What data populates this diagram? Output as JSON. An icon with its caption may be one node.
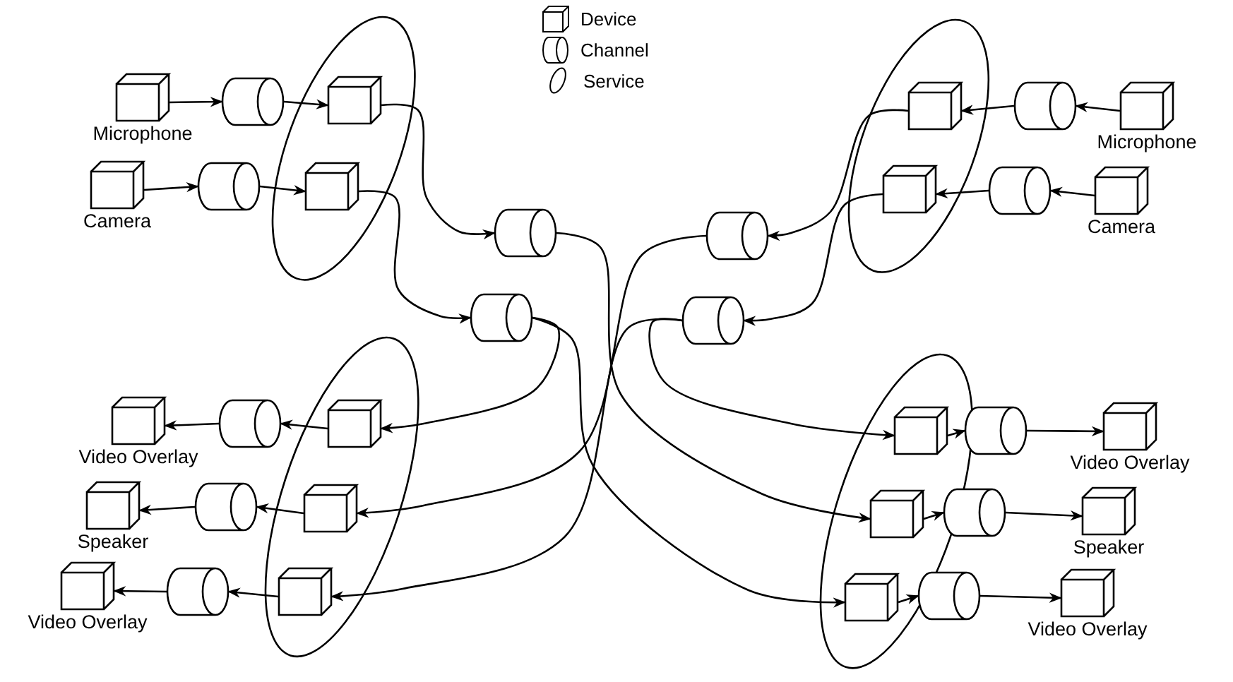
{
  "diagram": {
    "nodes": [
      {
        "text": [],
        "shape": "ellipse"
      },
      {
        "text": [],
        "shape": "box",
        "in": 0
      },
      {
        "text": [],
        "shape": "box",
        "in": 0
      },
      {
        "text": [
          "Microphone"
        ]
      },
      {
        "text": [],
        "shape": "cylinder"
      },
      {
        "text": [
          "Camera"
        ]
      },
      {
        "text": [],
        "shape": "cylinder"
      },
      {
        "text": [],
        "shape": "ellipse"
      },
      {
        "text": [],
        "shape": "box",
        "in": 7
      },
      {
        "text": [],
        "shape": "box",
        "in": 7
      },
      {
        "text": [],
        "shape": "cylinder"
      },
      {
        "text": [
          "Microphone"
        ]
      },
      {
        "text": [],
        "shape": "cylinder"
      },
      {
        "text": [
          "Camera"
        ]
      },
      {
        "text": [],
        "shape": "cylinder"
      },
      {
        "text": [],
        "shape": "cylinder"
      },
      {
        "text": [],
        "shape": "cylinder"
      },
      {
        "text": [],
        "shape": "cylinder"
      },
      {
        "text": [],
        "shape": "ellipse"
      },
      {
        "text": [],
        "shape": "box",
        "in": 18
      },
      {
        "text": [],
        "shape": "box",
        "in": 18
      },
      {
        "text": [],
        "shape": "box",
        "in": 18
      },
      {
        "text": [],
        "shape": "cylinder"
      },
      {
        "text": [],
        "shape": "cylinder"
      },
      {
        "text": [],
        "shape": "cylinder"
      },
      {
        "text": [
          "Video Overlay"
        ]
      },
      {
        "text": [
          "Speaker"
        ]
      },
      {
        "text": [
          "Video Overlay"
        ]
      },
      {
        "text": [],
        "shape": "ellipse"
      },
      {
        "text": [],
        "shape": "box",
        "in": 28
      },
      {
        "text": [],
        "shape": "box",
        "in": 28
      },
      {
        "text": [],
        "shape": "box",
        "in": 28
      },
      {
        "text": [],
        "shape": "cylinder"
      },
      {
        "text": [],
        "shape": "cylinder"
      },
      {
        "text": [],
        "shape": "cylinder"
      },
      {
        "text": [
          "Video Overlay"
        ]
      },
      {
        "text": [
          "Speaker"
        ]
      },
      {
        "text": [
          "Video Overlay"
        ]
      }
    ],
    "edges": [
      {
        "from": 3,
        "to": 4,
        "arrow": "to"
      },
      {
        "from": 4,
        "to": 1,
        "arrow": "to"
      },
      {
        "from": 5,
        "to": 6,
        "arrow": "to"
      },
      {
        "from": 6,
        "to": 2,
        "arrow": "to"
      },
      {
        "from": 11,
        "to": 10,
        "arrow": "to"
      },
      {
        "from": 10,
        "to": 8,
        "arrow": "to"
      },
      {
        "from": 13,
        "to": 12,
        "arrow": "to"
      },
      {
        "from": 12,
        "to": 9,
        "arrow": "to"
      },
      {
        "from": 1,
        "to": 14,
        "arrow": "to"
      },
      {
        "from": 2,
        "to": 16,
        "arrow": "to"
      },
      {
        "from": 8,
        "to": 15,
        "arrow": "to"
      },
      {
        "from": 9,
        "to": 17,
        "arrow": "to"
      },
      {
        "from": 14,
        "to": 30,
        "arrow": "to"
      },
      {
        "from": 16,
        "to": 19,
        "arrow": "to"
      },
      {
        "from": 16,
        "to": 31,
        "arrow": "to"
      },
      {
        "from": 15,
        "to": 20,
        "arrow": "to"
      },
      {
        "from": 17,
        "to": 21,
        "arrow": "to"
      },
      {
        "from": 17,
        "to": 29,
        "arrow": "to"
      },
      {
        "from": 19,
        "to": 22,
        "arrow": "to"
      },
      {
        "from": 22,
        "to": 25,
        "arrow": "to"
      },
      {
        "from": 20,
        "to": 23,
        "arrow": "to"
      },
      {
        "from": 23,
        "to": 26,
        "arrow": "to"
      },
      {
        "from": 21,
        "to": 24,
        "arrow": "to"
      },
      {
        "from": 24,
        "to": 27,
        "arrow": "to"
      },
      {
        "from": 29,
        "to": 32,
        "arrow": "to"
      },
      {
        "from": 32,
        "to": 35,
        "arrow": "to"
      },
      {
        "from": 30,
        "to": 33,
        "arrow": "to"
      },
      {
        "from": 33,
        "to": 36,
        "arrow": "to"
      },
      {
        "from": 31,
        "to": 34,
        "arrow": "to"
      },
      {
        "from": 34,
        "to": 37,
        "arrow": "to"
      }
    ],
    "legend": [
      {
        "text": "Device"
      },
      {
        "text": "Channel"
      },
      {
        "text": "Service"
      }
    ]
  }
}
